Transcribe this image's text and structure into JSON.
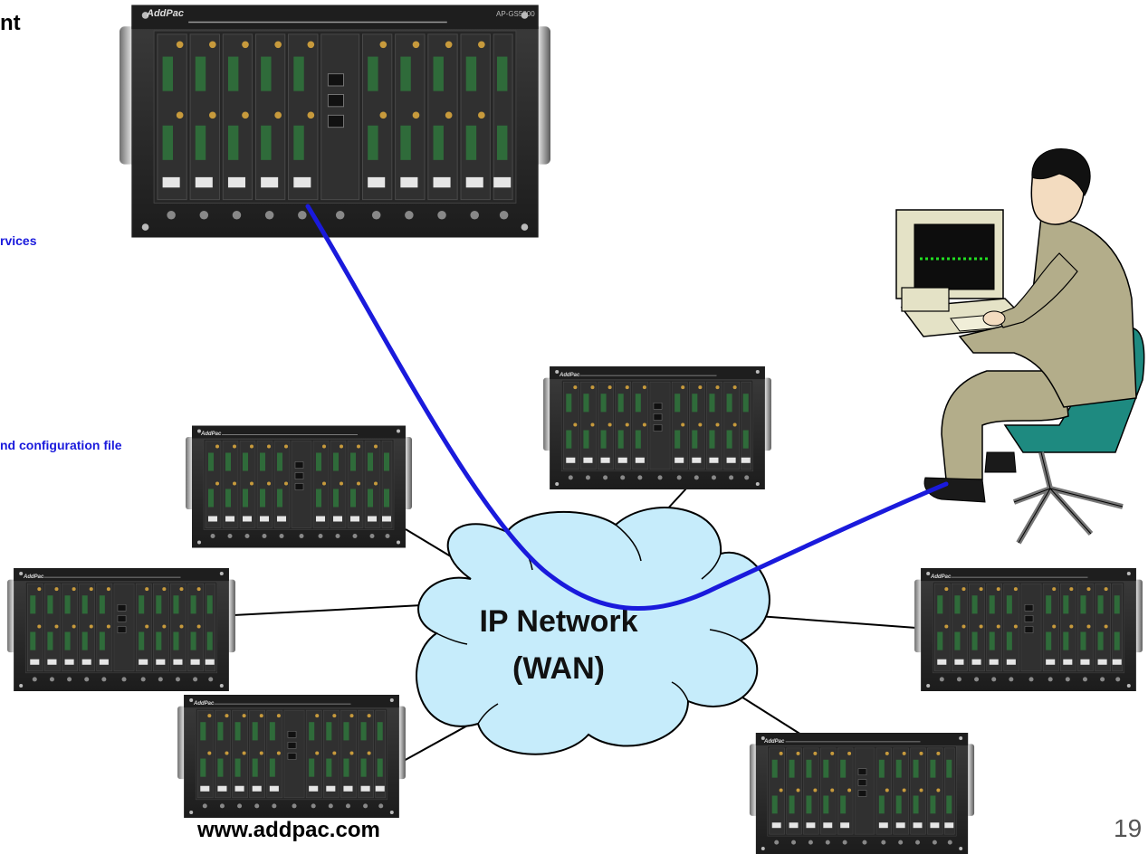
{
  "slide": {
    "heading_fragment": "nt",
    "label_services": "rvices",
    "label_config": "nd configuration file",
    "footer_url": "www.addpac.com",
    "page_number": "19"
  },
  "devices": {
    "brand": "AddPac",
    "model": "AP-GS5000"
  },
  "network": {
    "line1": "IP Network",
    "line2": "(WAN)"
  },
  "colors": {
    "blue_link": "#1a1adc",
    "cloud_fill": "#c6ecfb",
    "chassis": "#2a2a2a"
  }
}
